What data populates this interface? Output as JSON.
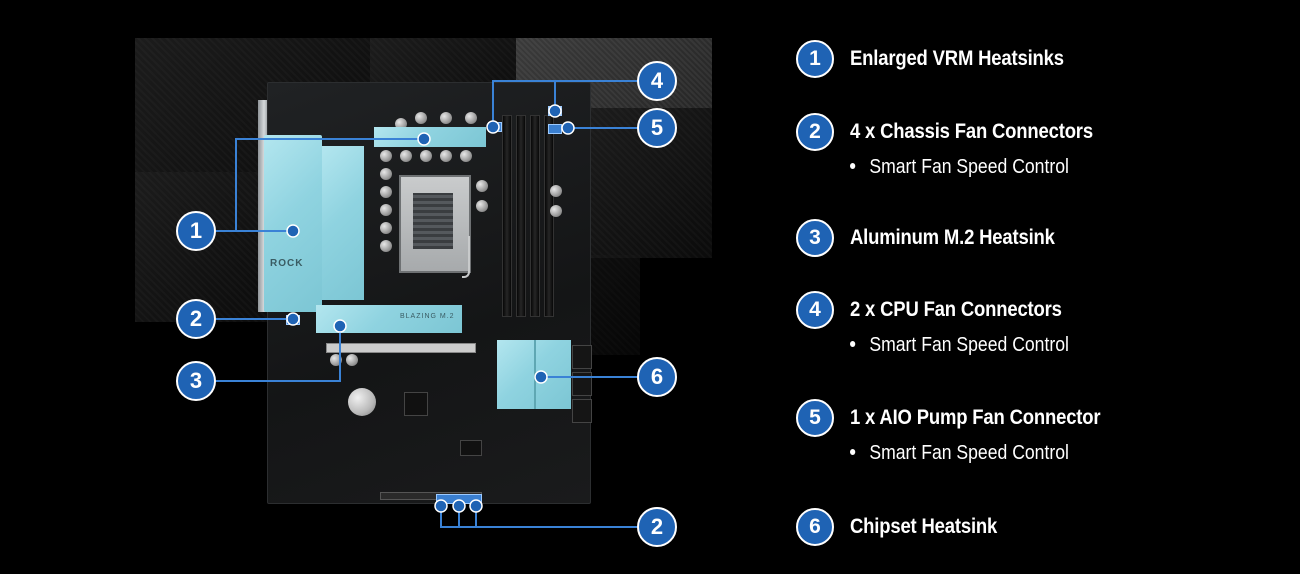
{
  "callout_labels": {
    "one": "1",
    "two": "2",
    "three": "3",
    "four": "4",
    "five": "5",
    "six": "6"
  },
  "board_markings": {
    "brand": "ROCK",
    "m2_label": "BLAZING M.2"
  },
  "features": [
    {
      "number": "1",
      "title": "Enlarged VRM Heatsinks"
    },
    {
      "number": "2",
      "title": "4 x Chassis Fan Connectors",
      "bullet": "Smart Fan Speed Control"
    },
    {
      "number": "3",
      "title": "Aluminum M.2 Heatsink"
    },
    {
      "number": "4",
      "title": "2 x CPU Fan Connectors",
      "bullet": "Smart Fan Speed Control"
    },
    {
      "number": "5",
      "title": "1 x AIO Pump Fan Connector",
      "bullet": "Smart Fan Speed Control"
    },
    {
      "number": "6",
      "title": "Chipset Heatsink"
    }
  ],
  "colors": {
    "badge_blue": "#1f63b4",
    "heatsink_cyan": "#8fd3e0",
    "line_blue": "#3a82d6"
  }
}
